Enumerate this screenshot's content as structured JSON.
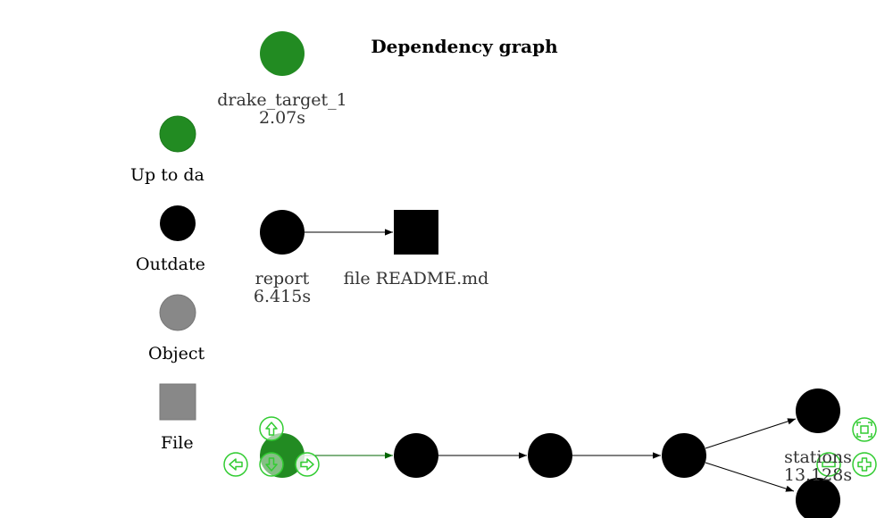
{
  "title": "Dependency graph",
  "colors": {
    "up_to_date": "#228b22",
    "outdated": "#000000",
    "object": "#888888",
    "file": "#888888",
    "edge": "#000000",
    "edge_highlight": "#006400",
    "nav_control": "#33cc33"
  },
  "legend": {
    "up_to_date": "Up to da",
    "outdated": "Outdate",
    "object": "Object",
    "file": "File"
  },
  "nodes": {
    "drake_target_1": {
      "name": "drake_target_1",
      "time": "2.07s",
      "status": "up_to_date"
    },
    "report": {
      "name": "report",
      "time": "6.415s",
      "status": "outdated"
    },
    "readme": {
      "name": "file README.md",
      "status": "outdated",
      "shape": "square"
    },
    "stations": {
      "name": "stations",
      "time": "13.128s",
      "status": "outdated"
    }
  },
  "controls": {
    "up": "up-arrow-icon",
    "down": "down-arrow-icon",
    "left": "left-arrow-icon",
    "right": "right-arrow-icon",
    "zoom_in": "zoom-in-icon",
    "zoom_out": "zoom-out-icon",
    "fit": "zoom-extent-icon"
  }
}
